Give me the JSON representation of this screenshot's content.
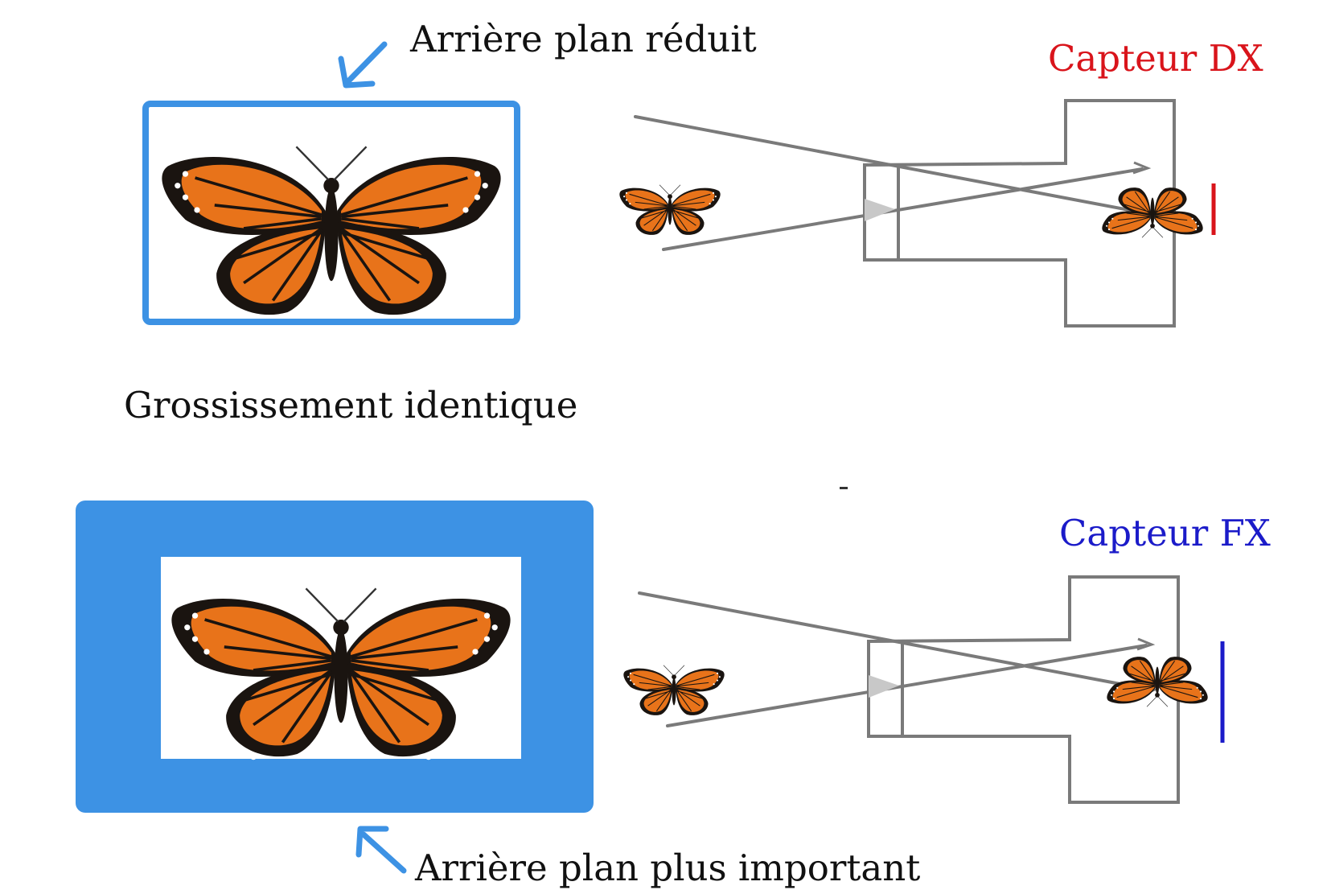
{
  "labels": {
    "top_arrow_text": "Arrière plan réduit",
    "middle_text": "Grossissement identique",
    "bottom_arrow_text": "Arrière plan plus important",
    "sensor_dx": "Capteur DX",
    "sensor_fx": "Capteur FX"
  },
  "colors": {
    "frame_blue": "#3d92e4",
    "arrow_blue": "#3d92e4",
    "sensor_dx_color": "#d9141b",
    "sensor_fx_color": "#1b1bc9",
    "sketch_gray": "#7a7a7a",
    "butterfly_orange": "#e8731a",
    "butterfly_dark": "#1a1410"
  },
  "icons": {
    "arrow": "arrow-down-left-icon",
    "butterfly": "monarch-butterfly-icon",
    "camera": "camera-sketch-icon"
  }
}
